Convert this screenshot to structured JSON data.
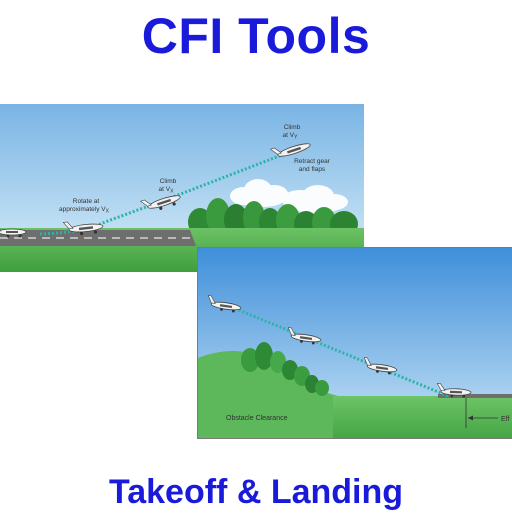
{
  "app": {
    "title": "CFI Tools",
    "subtitle": "Takeoff & Landing"
  },
  "takeoff_figure": {
    "labels": {
      "rotate_line1": "Rotate at",
      "rotate_line2": "approximately V",
      "rotate_sub": "X",
      "climb_vx_line1": "Climb",
      "climb_vx_line2": "at V",
      "climb_vx_sub": "X",
      "climb_vy_line1": "Climb",
      "climb_vy_line2": "at V",
      "climb_vy_sub": "Y",
      "retract_line1": "Retract gear",
      "retract_line2": "and flaps"
    }
  },
  "landing_figure": {
    "labels": {
      "obstacle": "Obstacle Clearance",
      "effective": "Eff"
    }
  },
  "colors": {
    "title": "#1a1adb",
    "sky_top": "#7ab6e6",
    "sky_bottom": "#d8ecf8",
    "grass": "#5cb85a",
    "runway": "#6e6e6e",
    "flight_path": "#2bb3a8"
  }
}
